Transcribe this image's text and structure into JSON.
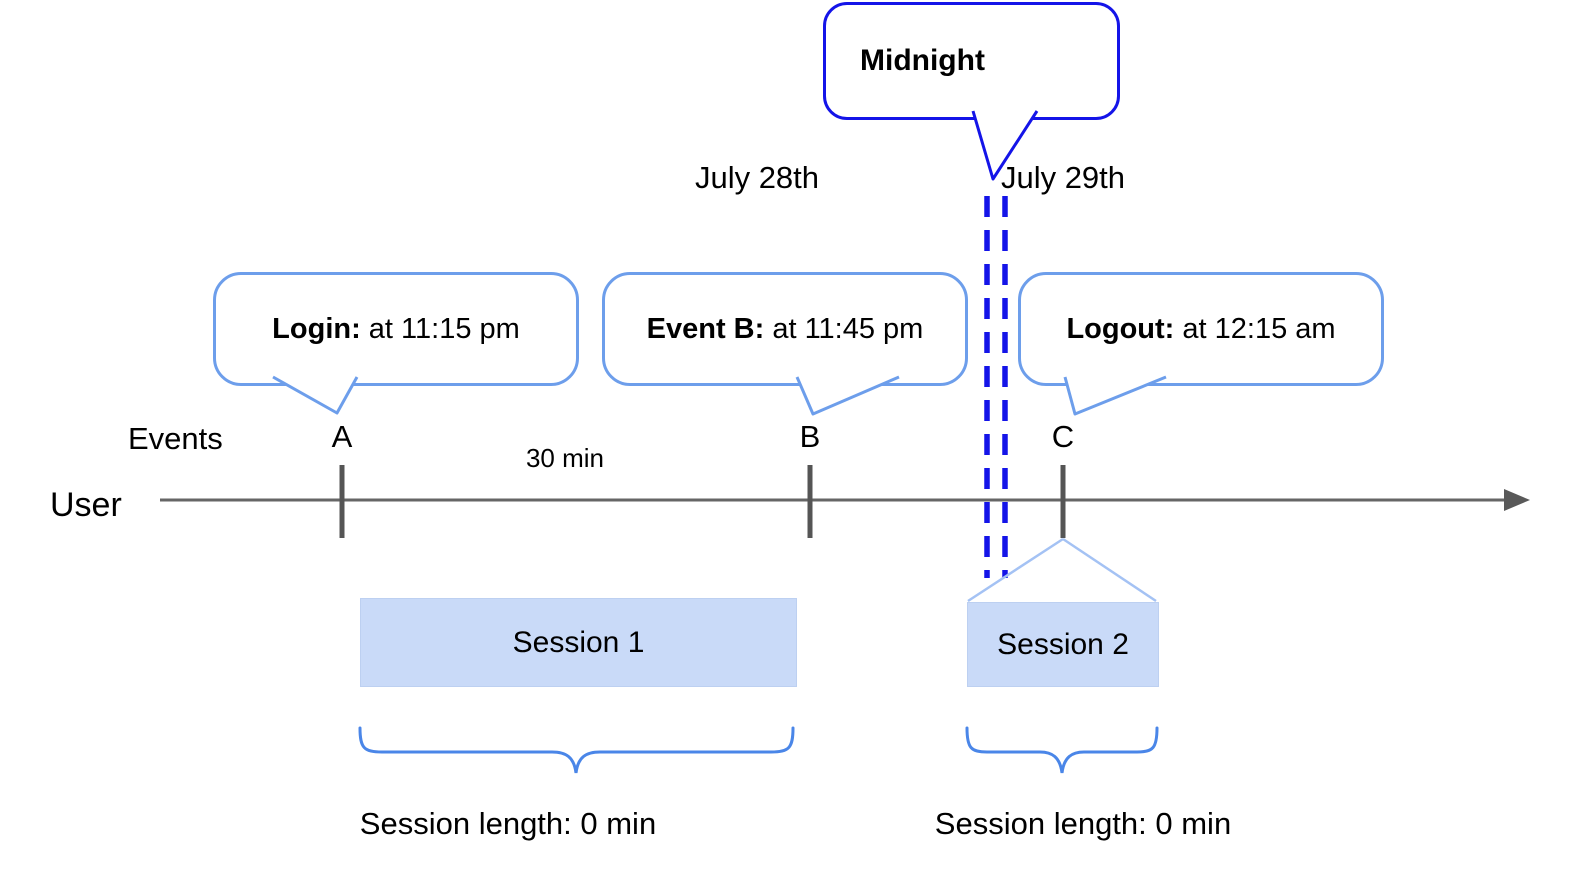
{
  "midnight_callout": {
    "label": "Midnight"
  },
  "dates": {
    "before": "July 28th",
    "after": "July 29th"
  },
  "event_callouts": [
    {
      "bold": "Login:",
      "rest": " at 11:15 pm"
    },
    {
      "bold": "Event B:",
      "rest": " at 11:45 pm"
    },
    {
      "bold": "Logout:",
      "rest": " at 12:15 am"
    }
  ],
  "timeline": {
    "events_label": "Events",
    "user_label": "User",
    "interval_label": "30 min",
    "event_marks": [
      "A",
      "B",
      "C"
    ]
  },
  "sessions": [
    {
      "label": "Session 1",
      "length": "Session length: 0 min"
    },
    {
      "label": "Session 2",
      "length": "Session length: 0 min"
    }
  ],
  "colors": {
    "midnight_blue": "#1414e8",
    "callout_border_blue": "#6d9eeb",
    "brace_blue": "#4a86e8",
    "session_fill": "#c9daf8",
    "funnel_light_blue": "#a4c2f4",
    "axis_gray": "#666666"
  }
}
